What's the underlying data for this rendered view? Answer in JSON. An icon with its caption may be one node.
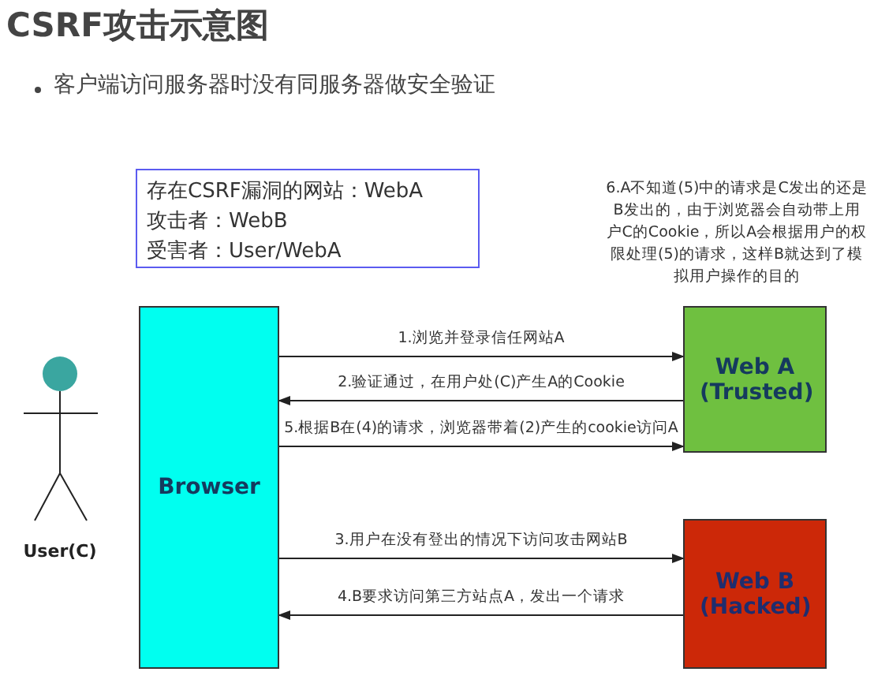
{
  "diagram": {
    "title": "CSRF攻击示意图",
    "nodes": [
      {
        "text": [
          "存在CSRF漏洞的网站：WebA",
          "攻击者：WebB",
          "受害者：User/WebA"
        ]
      },
      {
        "text": [
          "Browser"
        ]
      },
      {
        "text": [
          "Web A (Trusted)"
        ]
      },
      {
        "text": [
          "Web B (Hacked)"
        ]
      }
    ],
    "edges": [
      {
        "from": 1,
        "to": 2,
        "arrow": "to",
        "label": "1.浏览并登录信任网站A"
      },
      {
        "from": 2,
        "to": 1,
        "arrow": "to",
        "label": "2.验证通过，在用户处(C)产生A的Cookie"
      },
      {
        "from": 1,
        "to": 2,
        "arrow": "to",
        "label": "5.根据B在(4)的请求，浏览器带着(2)产生的cookie访问A"
      },
      {
        "from": 1,
        "to": 3,
        "arrow": "to",
        "label": "3.用户在没有登出的情况下访问攻击网站B"
      },
      {
        "from": 3,
        "to": 1,
        "arrow": "to",
        "label": "4.B要求访问第三方站点A，发出一个请求"
      }
    ],
    "labels": [
      "客户端访问服务器时没有同服务器做安全验证",
      "6.A不知道(5)中的请求是C发出的还是B发出的，由于浏览器会自动带上用户C的Cookie，所以A会根据用户的权限处理(5)的请求，这样B就达到了模拟用户操作的目的",
      "User(C)"
    ]
  }
}
